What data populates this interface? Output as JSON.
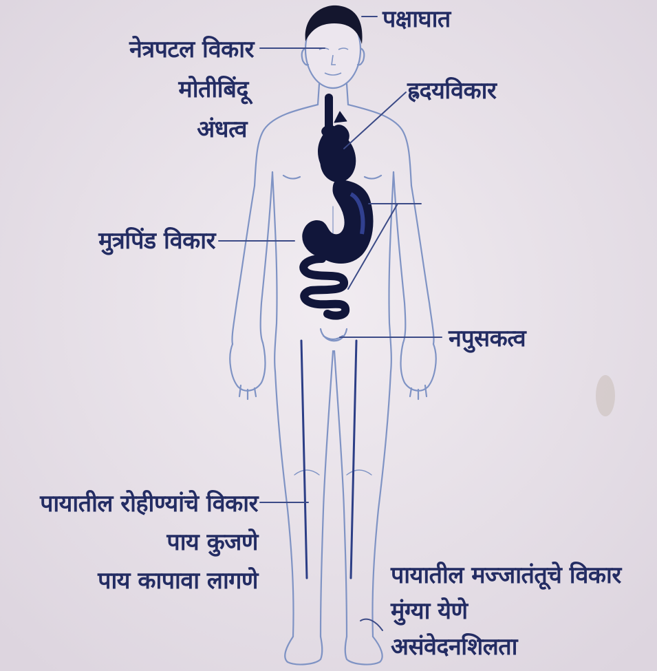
{
  "diagram": {
    "colors": {
      "background": "#e9e3ea",
      "body_outline": "#7f93c4",
      "organ_fill": "#11163a",
      "label_text": "#232c63",
      "leader_line": "#3b4a86"
    },
    "labels": {
      "paralysis": "पक्षाघात",
      "retina": "नेत्रपटल विकार",
      "cataract": "मोतीबिंदू",
      "blindness": "अंधत्व",
      "heart": "ह्रदयविकार",
      "kidney": "मुत्रपिंड विकार",
      "impotence": "नपुसकत्व",
      "leg_arteries": "पायातील रोहीण्यांचे विकार",
      "gangrene": "पाय कुजणे",
      "amputation": "पाय कापावा लागणे",
      "leg_nerves": "पायातील मज्जातंतूचे विकार",
      "tingling": "मुंग्या येणे",
      "numbness": "असंवेदनशिलता"
    }
  }
}
